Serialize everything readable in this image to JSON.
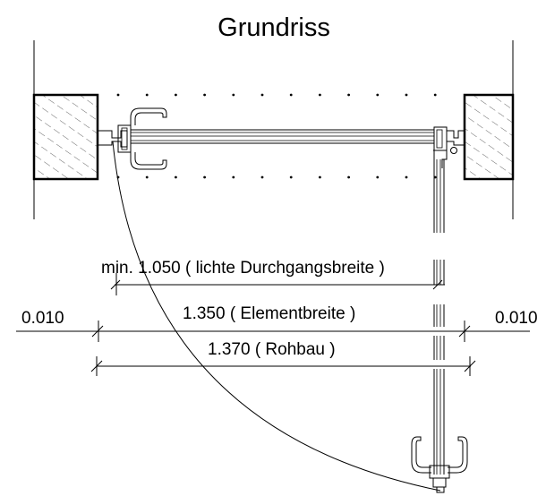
{
  "title": "Grundriss",
  "dims": {
    "clear": "min. 1.050  ( lichte Durchgangsbreite )",
    "element": "1.350  ( Elementbreite )",
    "rough": "1.370  ( Rohbau )",
    "gap_left": "0.010",
    "gap_right": "0.010"
  }
}
